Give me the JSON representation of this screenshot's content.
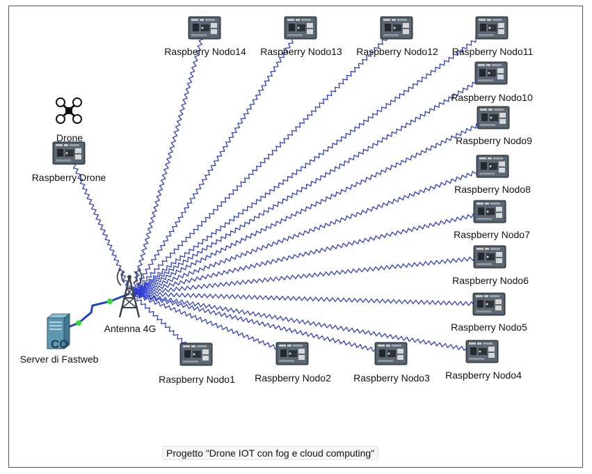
{
  "colors": {
    "wireless_link": "#2f3fd6",
    "wired_link": "#1f3fd0",
    "link_endpoint": "#33dd33",
    "board": "#4a5560",
    "server": "#5f97b0"
  },
  "icons": {
    "board": "raspberry-board-icon",
    "drone": "quadcopter-icon",
    "antenna": "cell-tower-icon",
    "server": "server-icon"
  },
  "drone": {
    "label": "Drone"
  },
  "raspberry_drone": {
    "label": "Raspberry Drone"
  },
  "antenna": {
    "label": "Antenna 4G"
  },
  "server": {
    "label": "Server di Fastweb",
    "badge": "CO"
  },
  "nodes": [
    {
      "label": "Raspberry Nodo1"
    },
    {
      "label": "Raspberry Nodo2"
    },
    {
      "label": "Raspberry Nodo3"
    },
    {
      "label": "Raspberry Nodo4"
    },
    {
      "label": "Raspberry Nodo5"
    },
    {
      "label": "Raspberry Nodo6"
    },
    {
      "label": "Raspberry Nodo7"
    },
    {
      "label": "Raspberry Nodo8"
    },
    {
      "label": "Raspberry Nodo9"
    },
    {
      "label": "Raspberry Nodo10"
    },
    {
      "label": "Raspberry Nodo11"
    },
    {
      "label": "Raspberry Nodo12"
    },
    {
      "label": "Raspberry Nodo13"
    },
    {
      "label": "Raspberry Nodo14"
    }
  ],
  "caption": "Progetto \"Drone IOT con fog e cloud computing\""
}
